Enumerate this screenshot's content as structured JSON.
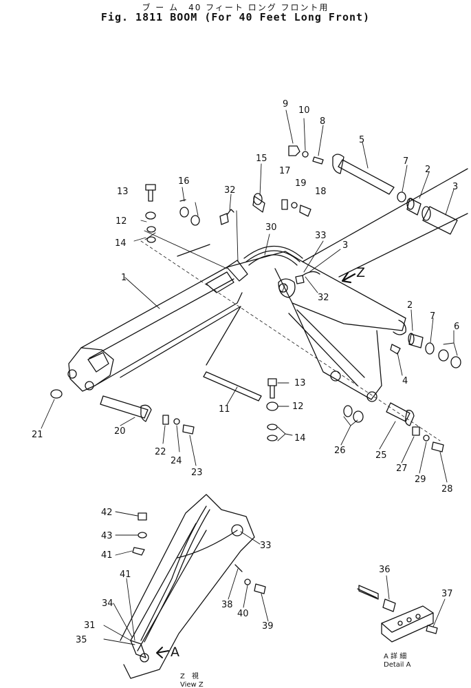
{
  "header": {
    "title_jp": "ブ ー ム　40 フィート ロング フロント用",
    "title_en": "Fig. 1811  BOOM (For 40 Feet Long Front)"
  },
  "parts": {
    "p1": "1",
    "p2a": "2",
    "p2b": "2",
    "p3a": "3",
    "p3b": "3",
    "p4": "4",
    "p5": "5",
    "p6": "6",
    "p7a": "7",
    "p7b": "7",
    "p8": "8",
    "p9": "9",
    "p10": "10",
    "p11": "11",
    "p12a": "12",
    "p12b": "12",
    "p13a": "13",
    "p13b": "13",
    "p14a": "14",
    "p14b": "14",
    "p15": "15",
    "p16": "16",
    "p17": "17",
    "p18": "18",
    "p19": "19",
    "p20": "20",
    "p21": "21",
    "p22": "22",
    "p23": "23",
    "p24": "24",
    "p25": "25",
    "p26": "26",
    "p27": "27",
    "p28": "28",
    "p29": "29",
    "p30": "30",
    "p31": "31",
    "p32a": "32",
    "p32b": "32",
    "p33a": "33",
    "p33b": "33",
    "p34": "34",
    "p35": "35",
    "p36": "36",
    "p37": "37",
    "p38": "38",
    "p39": "39",
    "p40": "40",
    "p41a": "41",
    "p41b": "41",
    "p42": "42",
    "p43": "43"
  },
  "view_markers": {
    "z_arrow": "Z",
    "a_arrow": "A"
  },
  "view_z_caption": {
    "jp": "Z　視",
    "en": "View Z"
  },
  "detail_a_caption": {
    "jp": "A 詳 細",
    "en": "Detail A"
  }
}
